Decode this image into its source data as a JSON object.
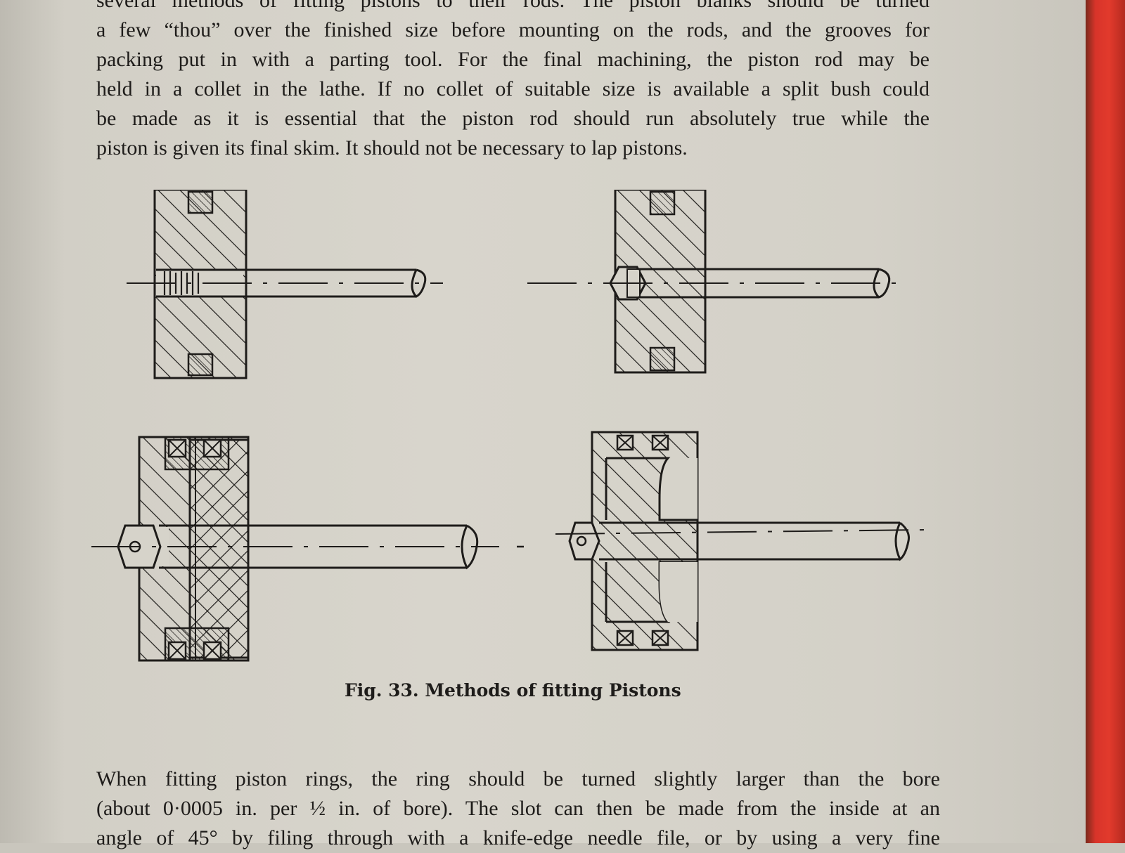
{
  "paragraphs": {
    "top": [
      "several methods of fitting pistons to their rods. The piston blanks should be turned",
      "a few “thou” over the finished size before mounting on the rods, and the grooves for",
      "packing put in with a parting tool. For the final machining, the piston rod may be",
      "held in a collet in the lathe. If no collet of suitable size is available a split bush could",
      "be made as it is essential that the piston rod should run absolutely true while the",
      "piston is given its final skim. It should not be necessary to lap pistons."
    ],
    "bottom": [
      "When fitting piston rings, the ring should be turned slightly larger than the bore",
      "(about 0·0005 in. per ½ in. of bore). The slot can then be made from the inside at an",
      "angle of 45° by filing through with a knife-edge needle file, or by using a very fine"
    ]
  },
  "figure": {
    "caption": "Fig. 33. Methods of fitting Pistons"
  },
  "colors": {
    "ink": "#1e1c1a",
    "paper": "#d6d3ca",
    "cover_edge": "#e23a2c"
  }
}
